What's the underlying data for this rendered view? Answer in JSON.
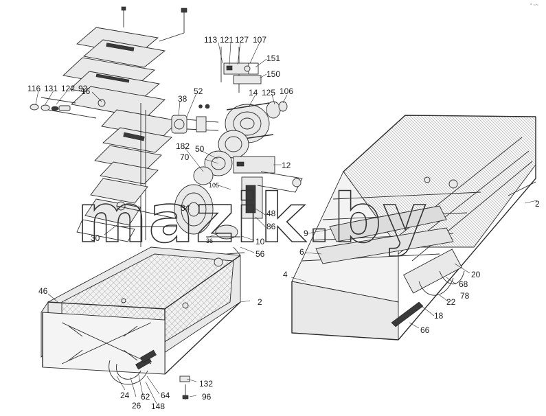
{
  "watermark": "mazik.by",
  "corner_mark": "° ~~",
  "labels": [
    {
      "id": "l113",
      "text": "113"
    },
    {
      "id": "l121",
      "text": "121"
    },
    {
      "id": "l127",
      "text": "127"
    },
    {
      "id": "l107",
      "text": "107"
    },
    {
      "id": "l151",
      "text": "151"
    },
    {
      "id": "l150",
      "text": "150"
    },
    {
      "id": "l116",
      "text": "116"
    },
    {
      "id": "l131",
      "text": "131"
    },
    {
      "id": "l122",
      "text": "122"
    },
    {
      "id": "l92",
      "text": "92"
    },
    {
      "id": "l16",
      "text": "16"
    },
    {
      "id": "l52",
      "text": "52"
    },
    {
      "id": "l38",
      "text": "38"
    },
    {
      "id": "l14",
      "text": "14"
    },
    {
      "id": "l125",
      "text": "125"
    },
    {
      "id": "l106",
      "text": "106"
    },
    {
      "id": "l182",
      "text": "182"
    },
    {
      "id": "l50",
      "text": "50"
    },
    {
      "id": "l70",
      "text": "70"
    },
    {
      "id": "l12",
      "text": "12"
    },
    {
      "id": "l105",
      "text": "105"
    },
    {
      "id": "l34",
      "text": "34"
    },
    {
      "id": "l48",
      "text": "48"
    },
    {
      "id": "l86",
      "text": "86"
    },
    {
      "id": "l30",
      "text": "30"
    },
    {
      "id": "l36",
      "text": "36"
    },
    {
      "id": "l10",
      "text": "10"
    },
    {
      "id": "l56",
      "text": "56"
    },
    {
      "id": "l46",
      "text": "46"
    },
    {
      "id": "l2a",
      "text": "2"
    },
    {
      "id": "l2b",
      "text": "2"
    },
    {
      "id": "l9",
      "text": "9"
    },
    {
      "id": "l6",
      "text": "6"
    },
    {
      "id": "l4",
      "text": "4"
    },
    {
      "id": "l20",
      "text": "20"
    },
    {
      "id": "l68",
      "text": "68"
    },
    {
      "id": "l78",
      "text": "78"
    },
    {
      "id": "l22",
      "text": "22"
    },
    {
      "id": "l18",
      "text": "18"
    },
    {
      "id": "l66",
      "text": "66"
    },
    {
      "id": "l132",
      "text": "132"
    },
    {
      "id": "l96",
      "text": "96"
    },
    {
      "id": "l24",
      "text": "24"
    },
    {
      "id": "l26",
      "text": "26"
    },
    {
      "id": "l62",
      "text": "62"
    },
    {
      "id": "l64",
      "text": "64"
    },
    {
      "id": "l148",
      "text": "148"
    }
  ]
}
